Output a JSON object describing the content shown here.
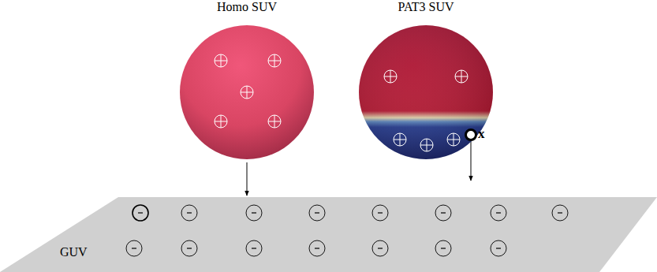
{
  "diagram": {
    "nodes": [
      {
        "text": [
          "Homo SUV"
        ]
      },
      {
        "text": [
          "PAT3 SUV"
        ]
      },
      {
        "text": [
          "GUV"
        ]
      }
    ],
    "edges": [
      {
        "from": 0,
        "to": 2,
        "arrow": "to"
      },
      {
        "from": 1,
        "to": 2,
        "arrow": "to"
      }
    ],
    "labels": [
      "x"
    ]
  }
}
